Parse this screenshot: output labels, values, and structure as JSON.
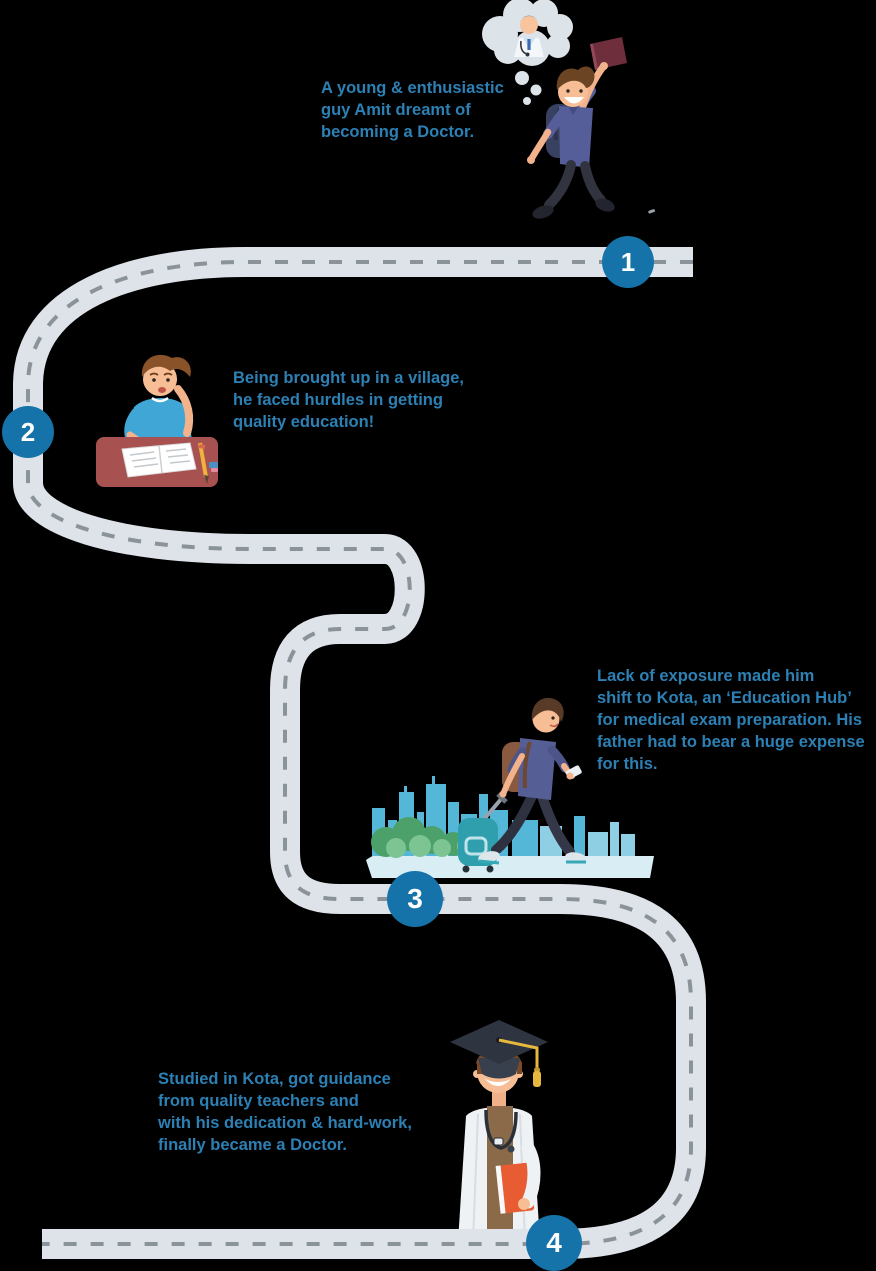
{
  "canvas": {
    "background": "#000000"
  },
  "colors": {
    "road": "#dde3e9",
    "road_dash": "#8b939a",
    "marker": "#1673aa",
    "marker_text": "#ffffff",
    "caption_text": "#2c80b4"
  },
  "steps": [
    {
      "number": "1",
      "caption_lines": [
        "A young & enthusiastic",
        "guy Amit dreamt of",
        "becoming a Doctor."
      ],
      "illustration_alt": "boy-jumping-with-book-dreaming-of-doctor"
    },
    {
      "number": "2",
      "caption_lines": [
        "Being brought up in a village,",
        "he faced hurdles in getting",
        "quality education!"
      ],
      "illustration_alt": "boy-studying-at-desk"
    },
    {
      "number": "3",
      "caption_lines": [
        "Lack of exposure made him",
        "shift to Kota, an ",
        "for medical exam preparation. His",
        "father had to bear a huge expense",
        "for this."
      ],
      "line2_bold": "‘Education Hub’",
      "illustration_alt": "student-walking-to-city-with-suitcase"
    },
    {
      "number": "4",
      "caption_lines": [
        "Studied in Kota, got guidance",
        "from quality teachers and",
        "with his dedication & hard-work,",
        "finally became a Doctor."
      ],
      "illustration_alt": "graduate-doctor-with-book"
    }
  ]
}
